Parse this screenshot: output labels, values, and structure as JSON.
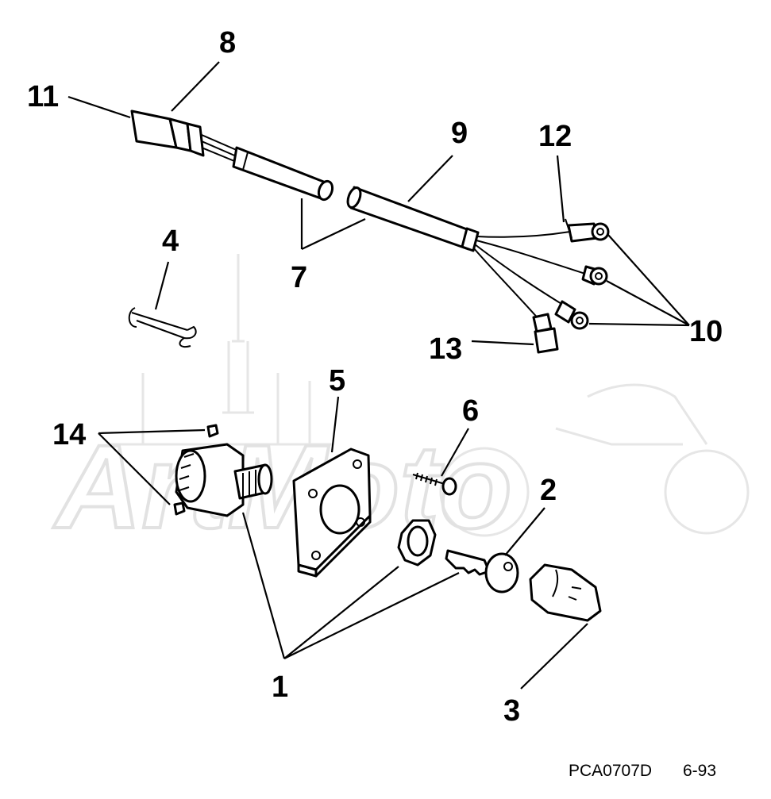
{
  "callouts": {
    "c1": "1",
    "c2": "2",
    "c3": "3",
    "c4": "4",
    "c5": "5",
    "c6": "6",
    "c7": "7",
    "c8": "8",
    "c9": "9",
    "c10": "10",
    "c11": "11",
    "c12": "12",
    "c13": "13",
    "c14": "14"
  },
  "footer": {
    "code": "PCA0707D",
    "date": "6-93"
  },
  "watermark": {
    "text": "ArtMoto"
  }
}
